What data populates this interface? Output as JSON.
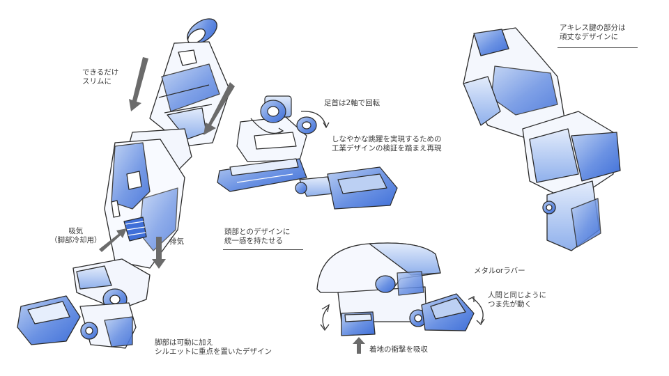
{
  "annotations": {
    "slim": [
      "できるだけ",
      "スリムに"
    ],
    "intake": [
      "吸気",
      "（脚部冷却用）"
    ],
    "exhaust": "排気",
    "leg_movable": [
      "脚部は可動に加え",
      "シルエットに重点を置いたデザイン"
    ],
    "ankle_axes": "足首は2軸で回転",
    "jump_design": [
      "しなやかな跳躍を実現するための",
      "工業デザインの検証を踏まえ再現"
    ],
    "achilles": [
      "アキレス腱の部分は",
      "頑丈なデザインに"
    ],
    "head_unity": [
      "頭部とのデザインに",
      "統一感を持たせる"
    ],
    "metal_rubber": "メタルorラバー",
    "toe_moves": [
      "人間と同じように",
      "つま先が動く"
    ],
    "shock_absorb": "着地の衝撃を吸収"
  },
  "colors": {
    "armor_blue": "#3f6fd8",
    "armor_light": "#bcd0f3",
    "line": "#2a2a2a",
    "arrow_gray": "#6b6b6b",
    "text": "#3a3a3a"
  }
}
